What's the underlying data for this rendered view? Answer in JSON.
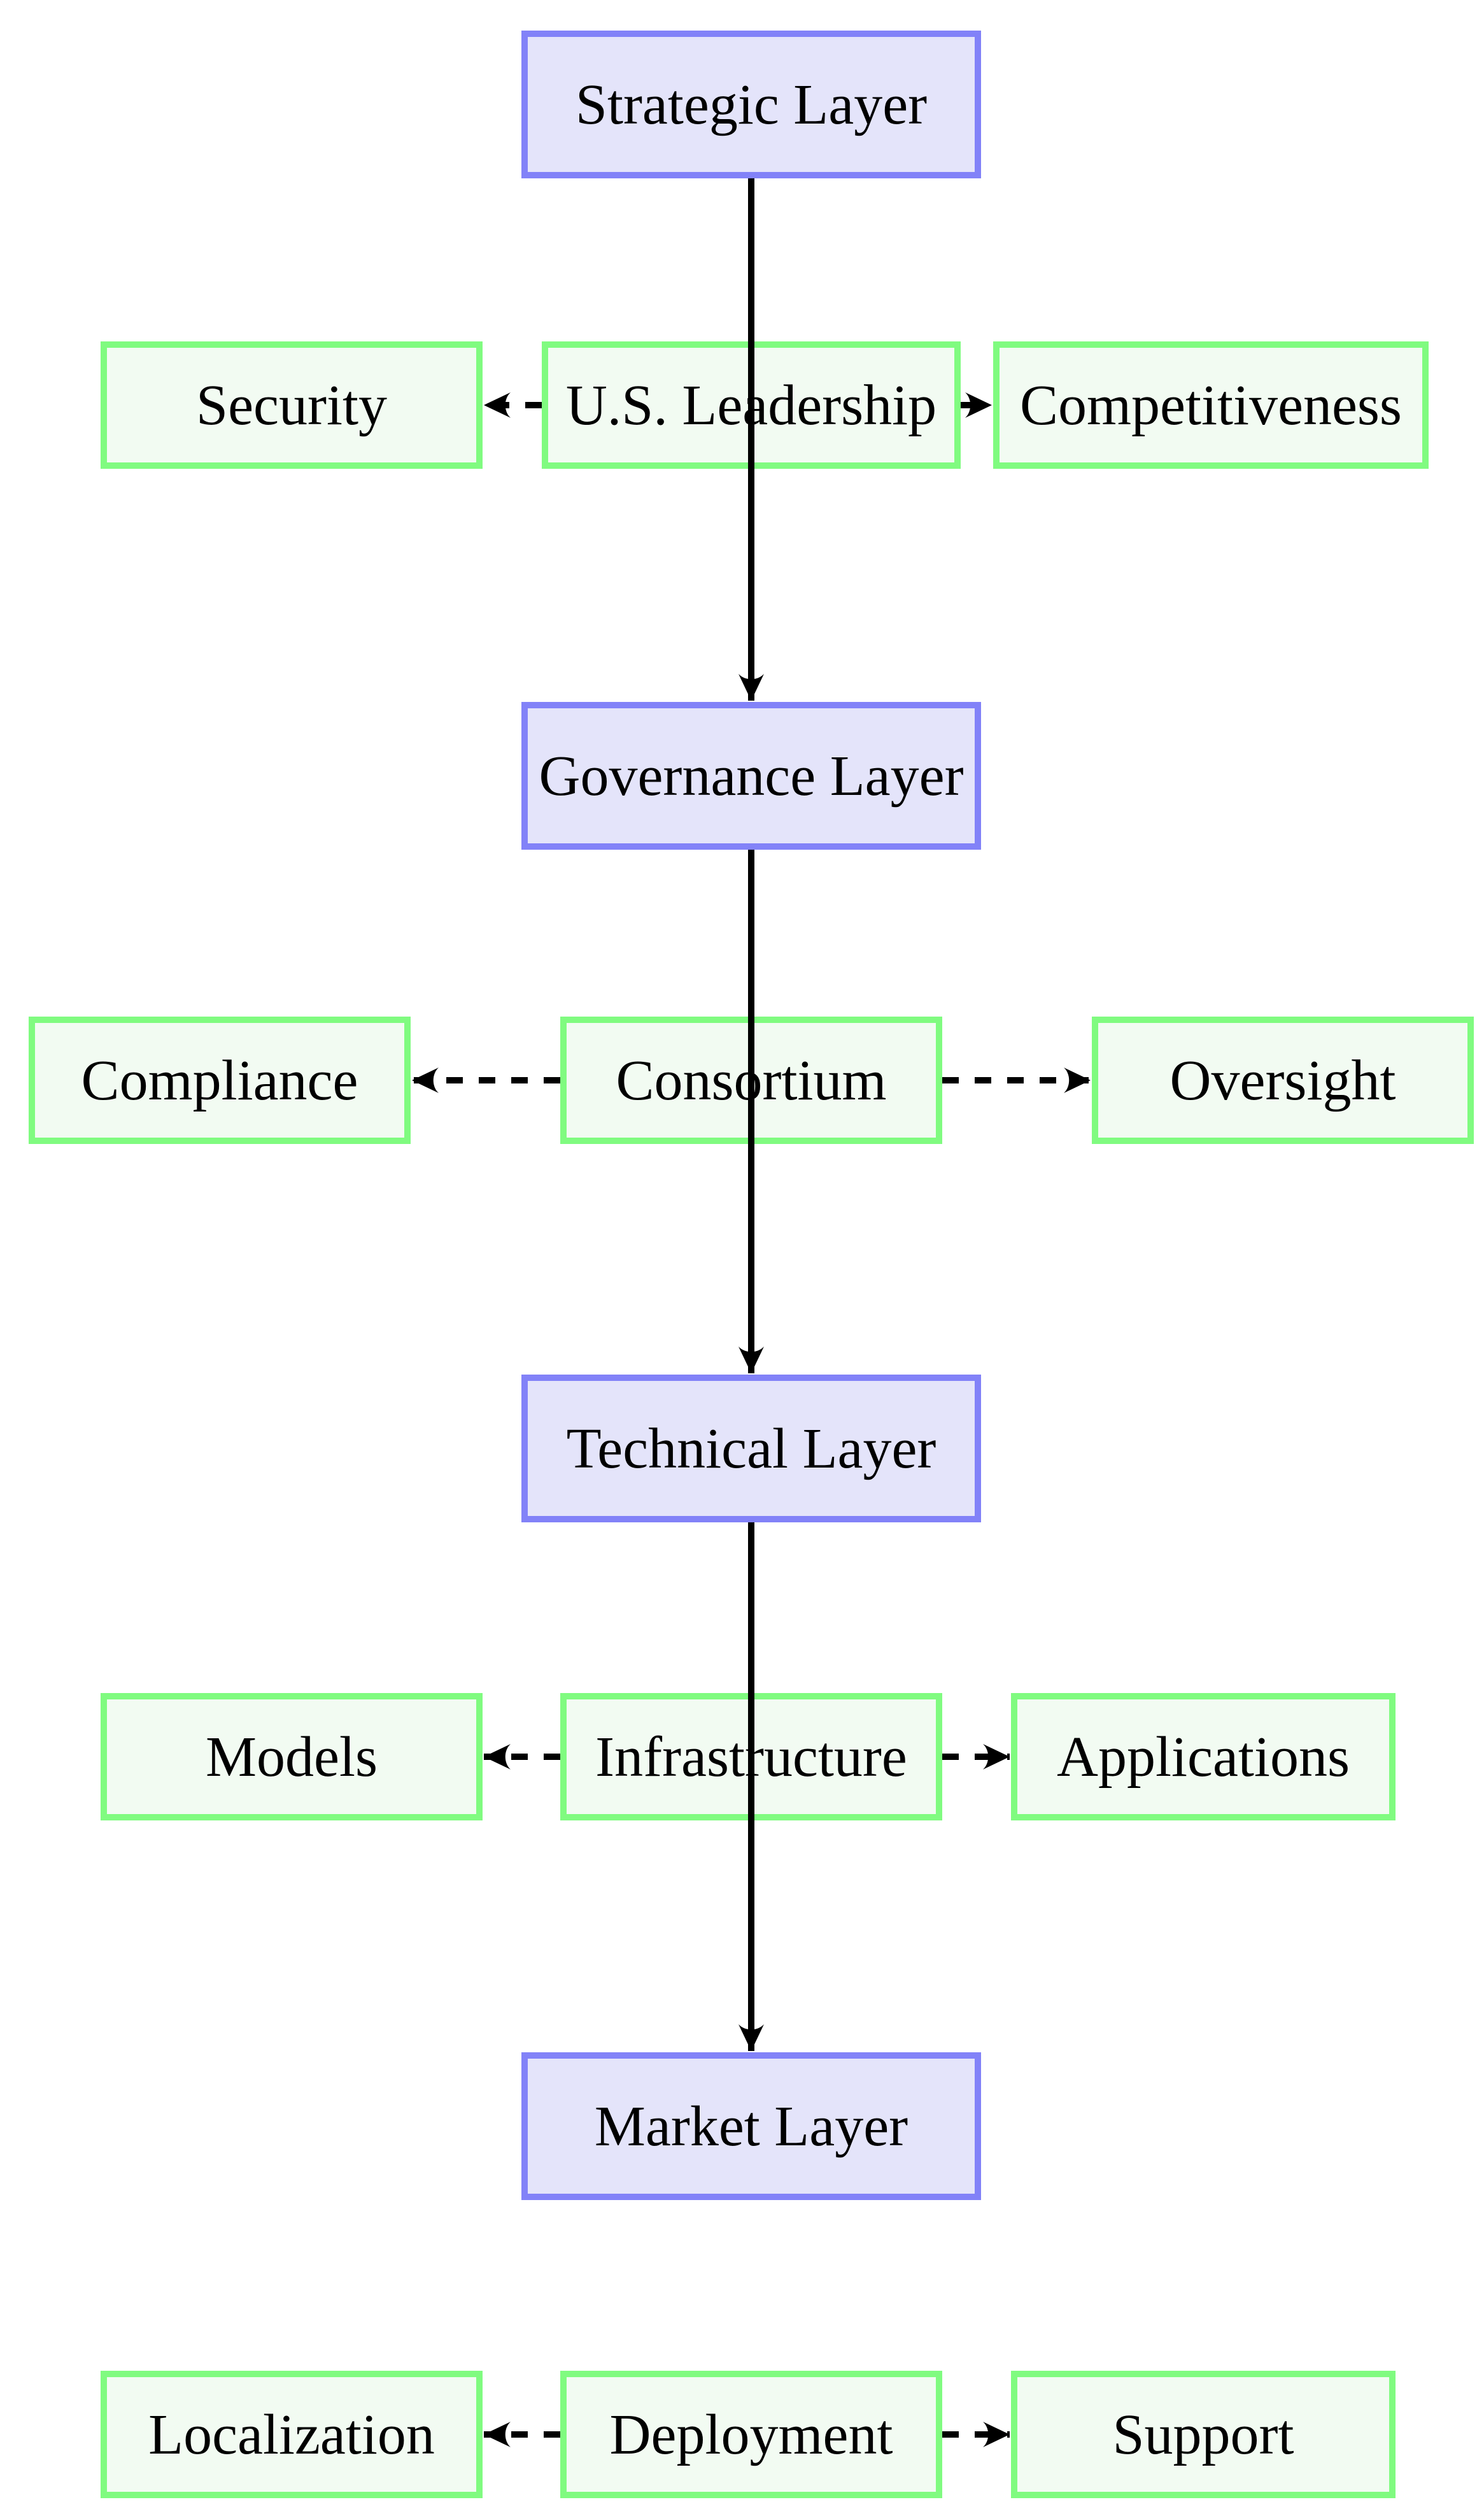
{
  "diagram": {
    "layers": [
      {
        "id": "strategic",
        "label": "Strategic Layer"
      },
      {
        "id": "governance",
        "label": "Governance Layer"
      },
      {
        "id": "technical",
        "label": "Technical Layer"
      },
      {
        "id": "market",
        "label": "Market Layer"
      }
    ],
    "rows": [
      {
        "left": {
          "label": "Security"
        },
        "center": {
          "label": "U.S. Leadership"
        },
        "right": {
          "label": "Competitiveness"
        }
      },
      {
        "left": {
          "label": "Compliance"
        },
        "center": {
          "label": "Consortium"
        },
        "right": {
          "label": "Oversight"
        }
      },
      {
        "left": {
          "label": "Models"
        },
        "center": {
          "label": "Infrastructure"
        },
        "right": {
          "label": "Applications"
        }
      },
      {
        "left": {
          "label": "Localization"
        },
        "center": {
          "label": "Deployment"
        },
        "right": {
          "label": "Support"
        }
      }
    ],
    "edges": [
      {
        "from": "Strategic Layer",
        "to": "Governance Layer",
        "style": "solid",
        "direction": "down"
      },
      {
        "from": "Governance Layer",
        "to": "Technical Layer",
        "style": "solid",
        "direction": "down"
      },
      {
        "from": "Technical Layer",
        "to": "Market Layer",
        "style": "solid",
        "direction": "down"
      },
      {
        "from": "U.S. Leadership",
        "to": "Security",
        "style": "dashed",
        "direction": "left"
      },
      {
        "from": "U.S. Leadership",
        "to": "Competitiveness",
        "style": "dashed",
        "direction": "right"
      },
      {
        "from": "Consortium",
        "to": "Compliance",
        "style": "dashed",
        "direction": "left"
      },
      {
        "from": "Consortium",
        "to": "Oversight",
        "style": "dashed",
        "direction": "right"
      },
      {
        "from": "Infrastructure",
        "to": "Models",
        "style": "dashed",
        "direction": "left"
      },
      {
        "from": "Infrastructure",
        "to": "Applications",
        "style": "dashed",
        "direction": "right"
      },
      {
        "from": "Deployment",
        "to": "Localization",
        "style": "dashed",
        "direction": "left"
      },
      {
        "from": "Deployment",
        "to": "Support",
        "style": "dashed",
        "direction": "right"
      }
    ],
    "colors": {
      "layer_fill": "#E4E4FA",
      "layer_border": "#8282F8",
      "node_fill": "#F2FBF2",
      "node_border": "#80FB80",
      "edge": "#000000",
      "text": "#000000",
      "background": "#FFFFFF"
    }
  }
}
